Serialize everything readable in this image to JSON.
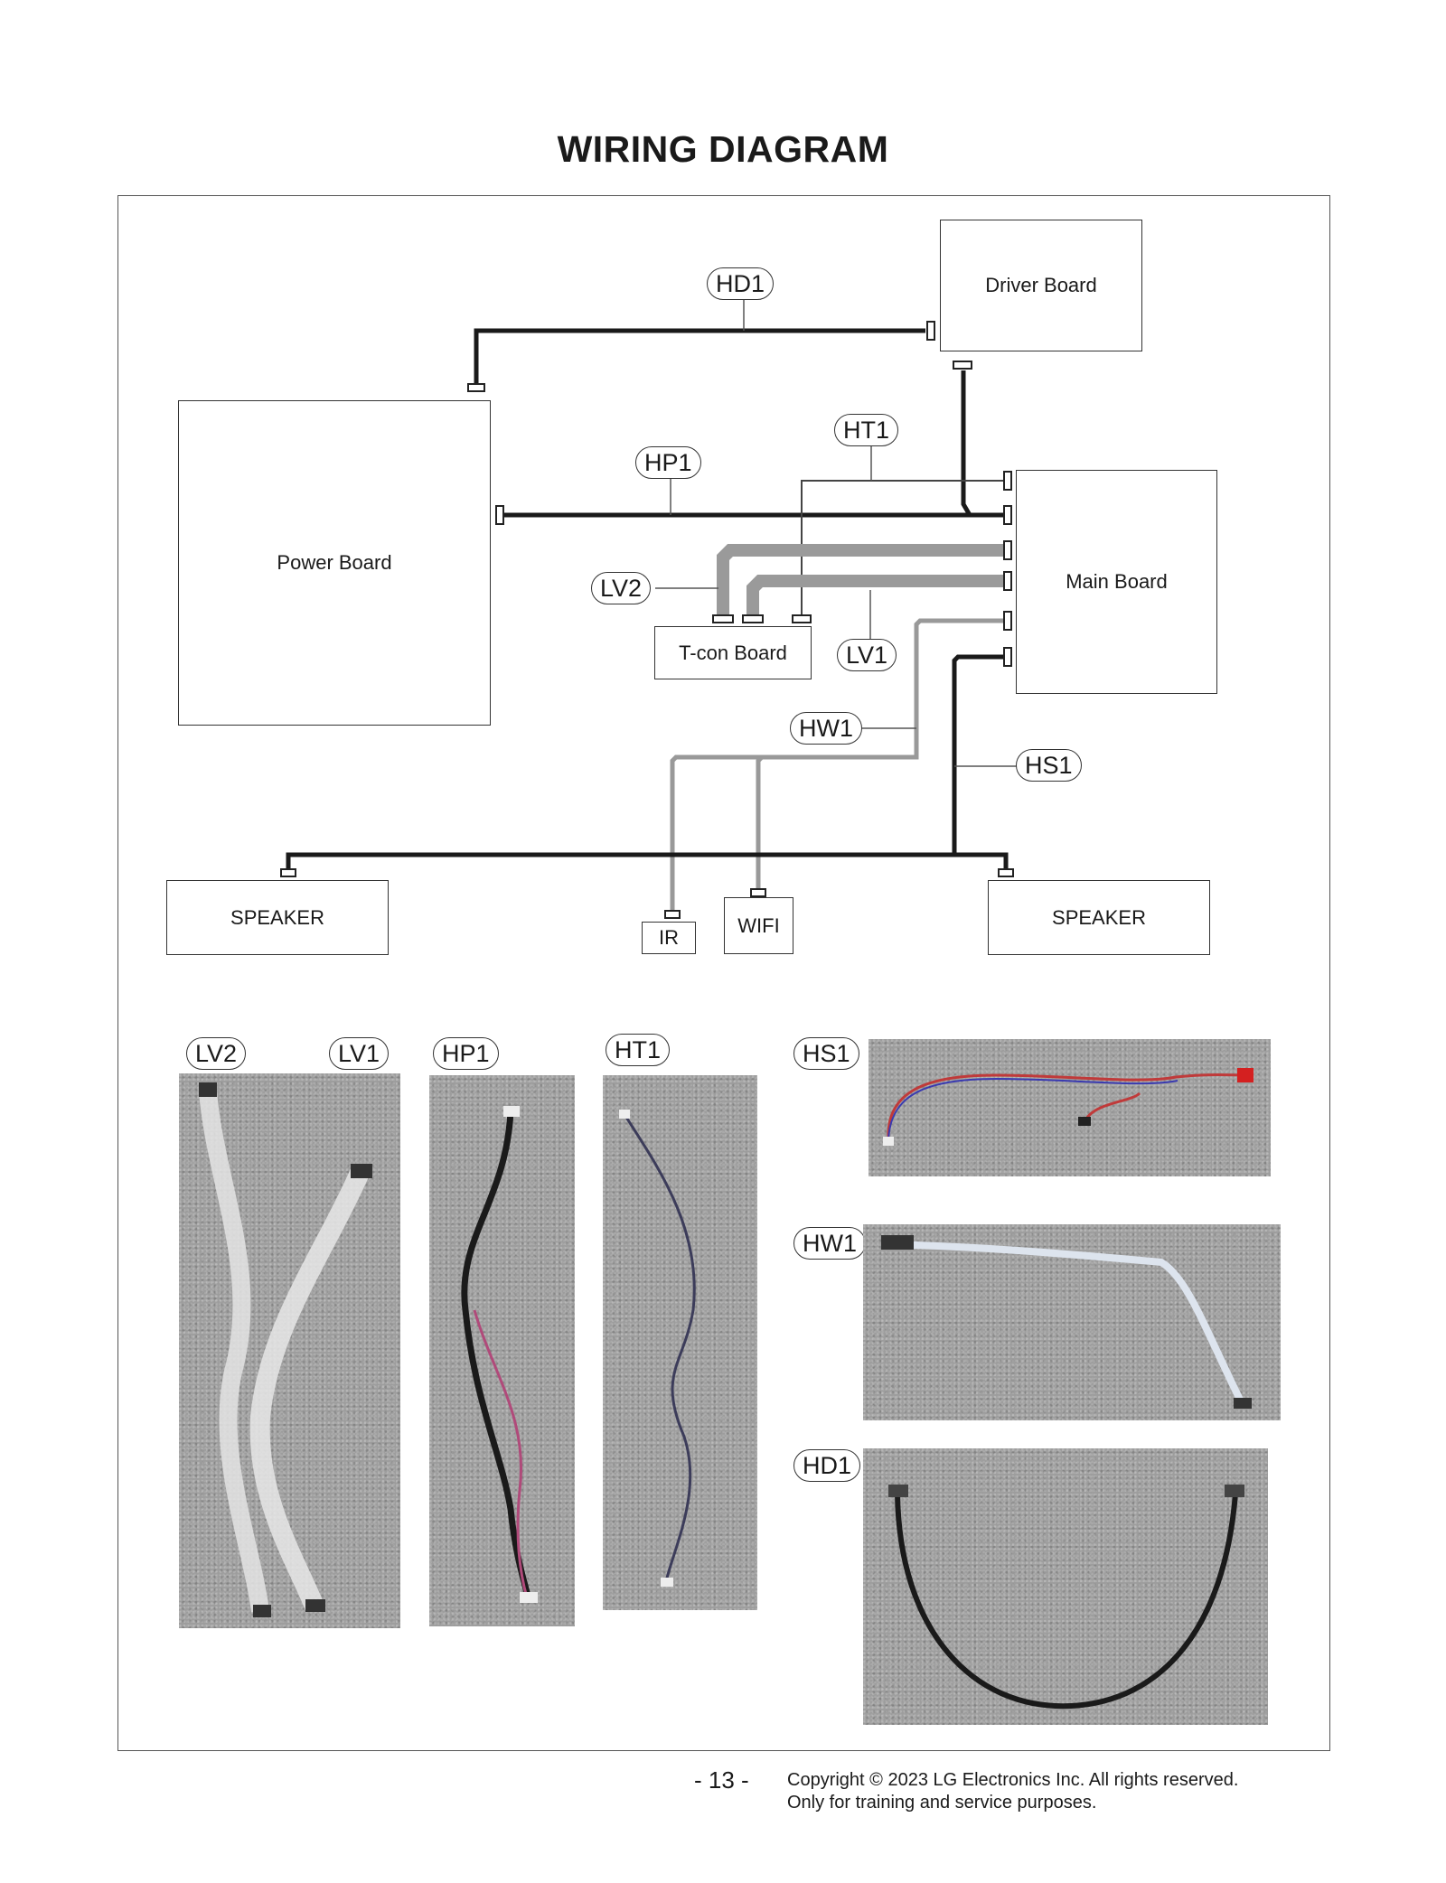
{
  "title": "WIRING DIAGRAM",
  "boards": {
    "driver": "Driver Board",
    "power": "Power Board",
    "main": "Main Board",
    "tcon": "T-con Board",
    "speaker_left": "SPEAKER",
    "speaker_right": "SPEAKER",
    "ir": "IR",
    "wifi": "WIFI"
  },
  "cable_labels": {
    "hd1": "HD1",
    "ht1": "HT1",
    "hp1": "HP1",
    "lv2": "LV2",
    "lv1": "LV1",
    "hw1": "HW1",
    "hs1": "HS1"
  },
  "photo_labels": {
    "lv2": "LV2",
    "lv1": "LV1",
    "hp1": "HP1",
    "ht1": "HT1",
    "hs1": "HS1",
    "hw1": "HW1",
    "hd1": "HD1"
  },
  "colors": {
    "thick_cable": "#1a1a1a",
    "ffc_cable": "#9a9a9a",
    "thin_cable": "#555555"
  },
  "footer": {
    "page_number": "- 13 -",
    "copyright_line1": "Copyright © 2023 LG Electronics Inc. All rights reserved.",
    "copyright_line2": "Only for training and service purposes."
  }
}
